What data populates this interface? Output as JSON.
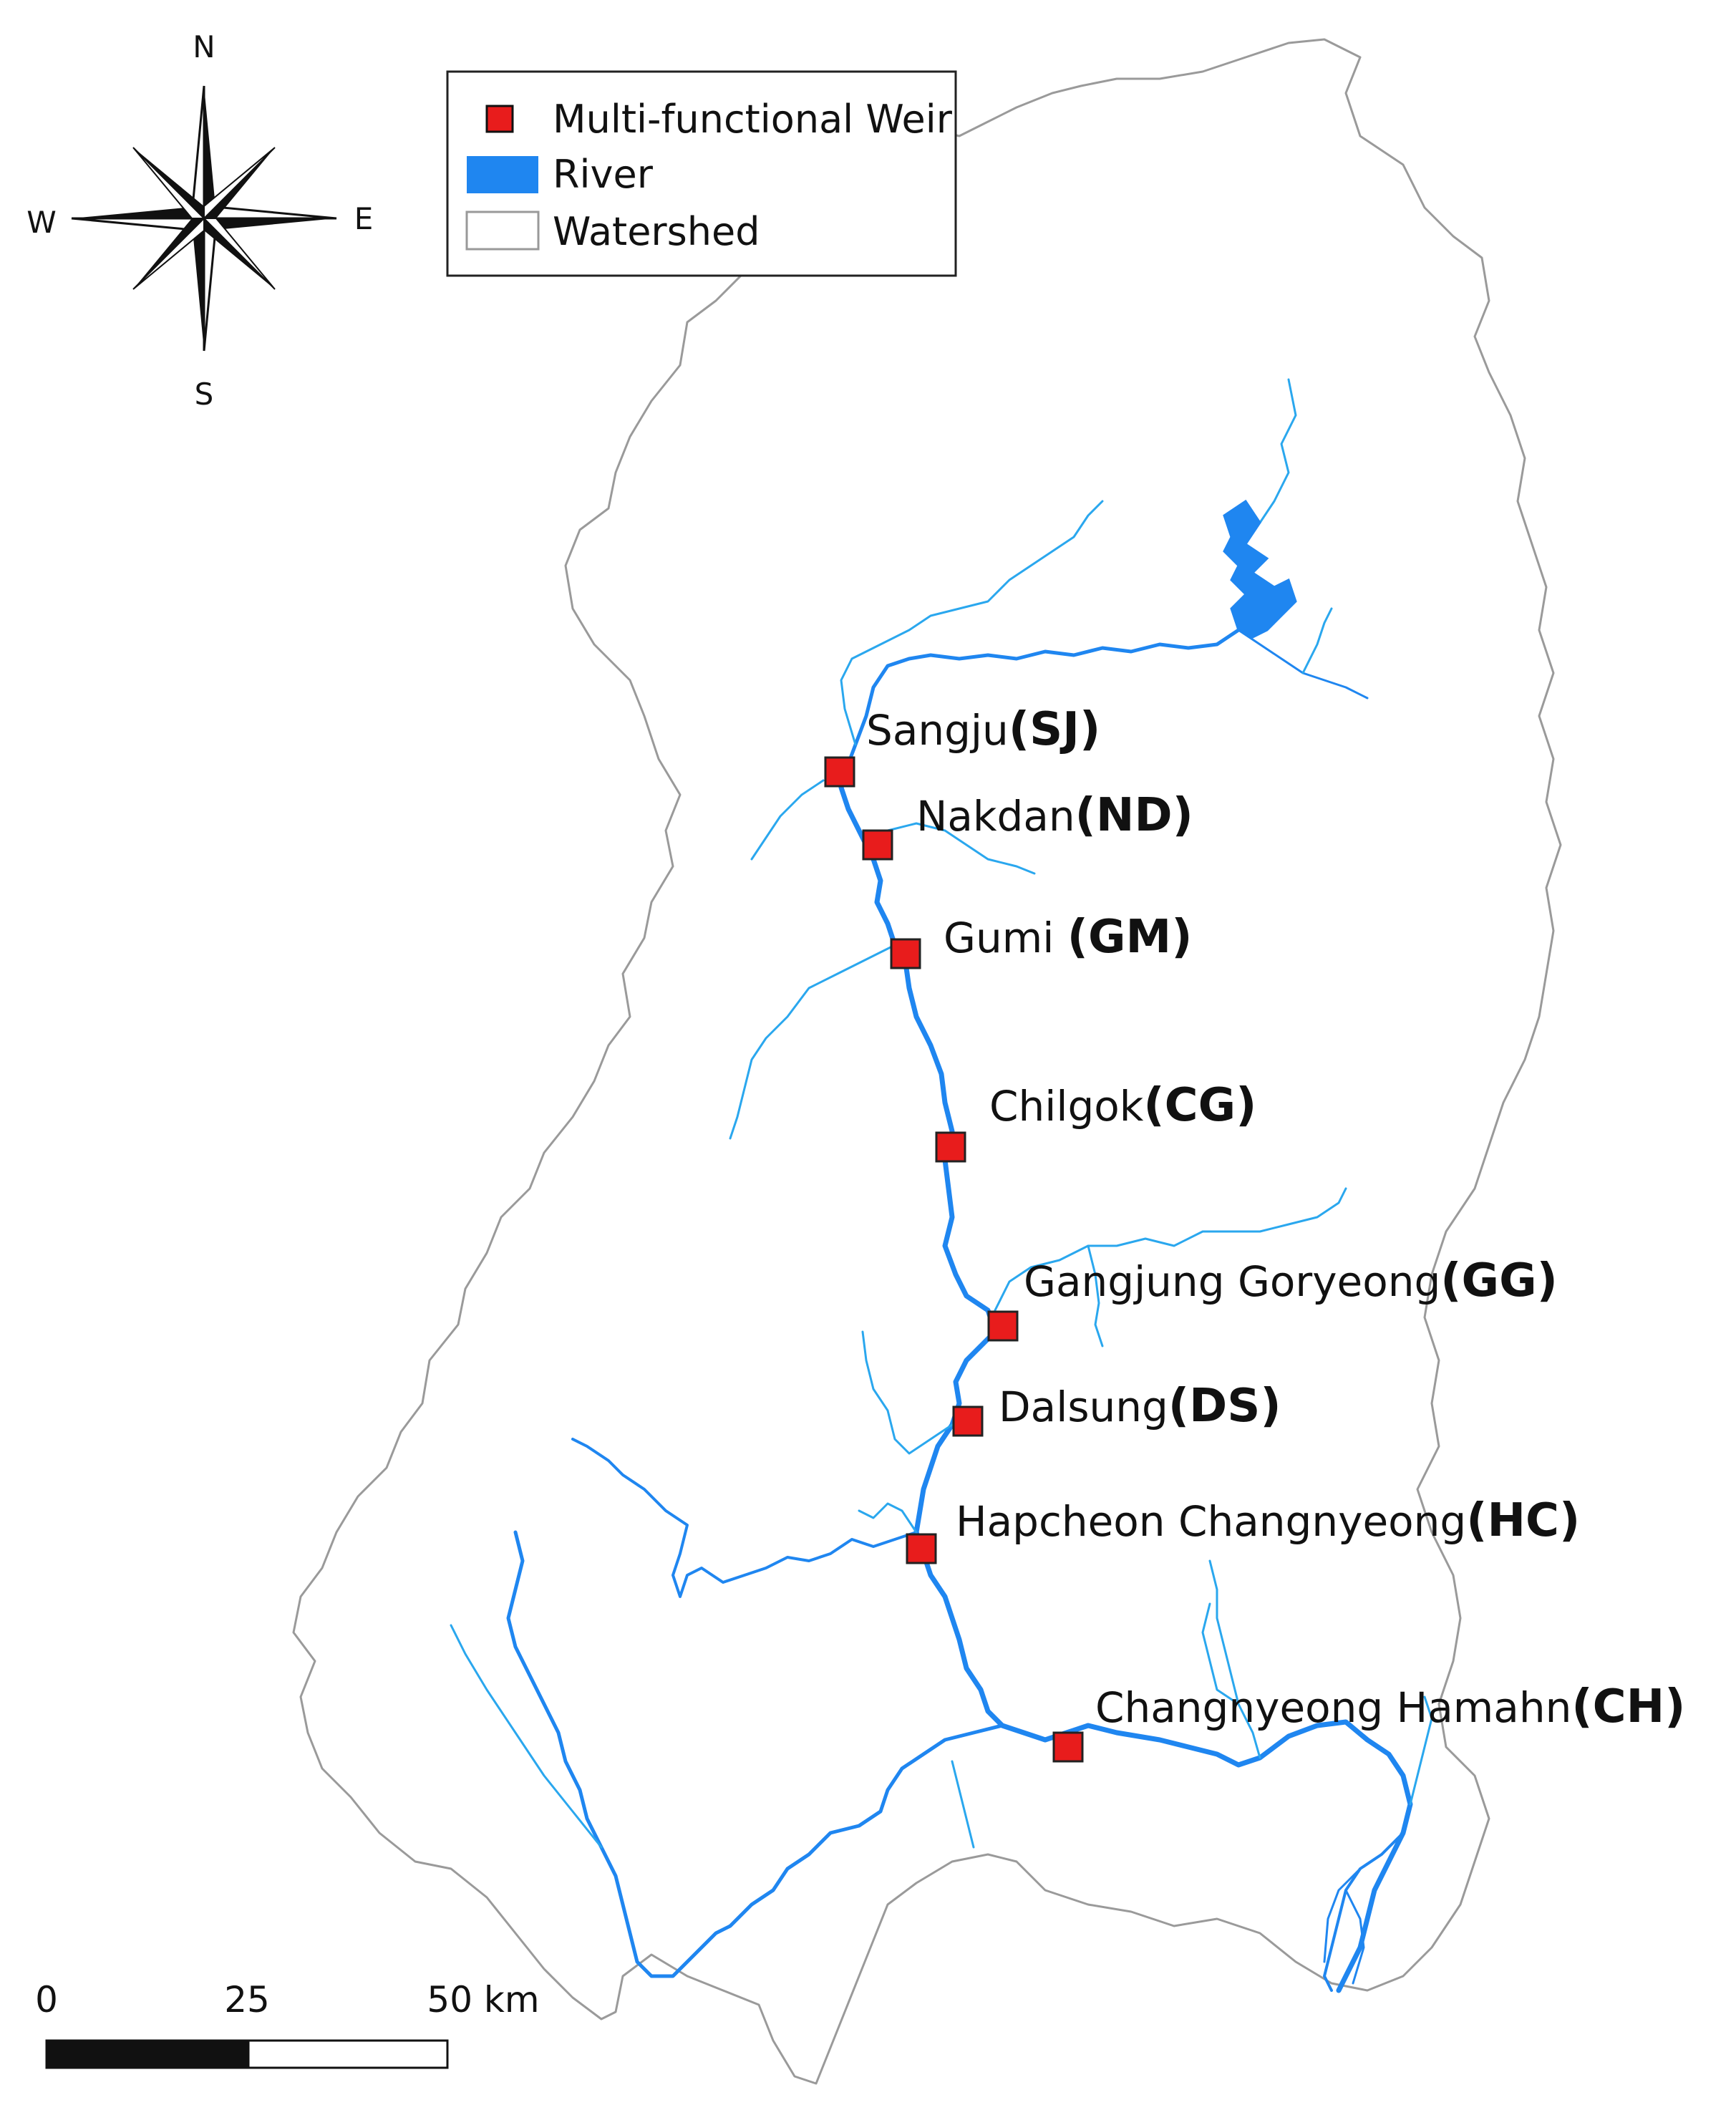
{
  "compass": {
    "north": "N",
    "south": "S",
    "east": "E",
    "west": "W"
  },
  "legend": {
    "weir": "Multi-functional Weir",
    "river": "River",
    "watershed": "Watershed"
  },
  "colors": {
    "river": "#1f86f0",
    "river_light": "#2aa7ee",
    "weir_fill": "#e81c1c",
    "watershed_outline": "#999999"
  },
  "weirs": [
    {
      "name": "Sangju",
      "code": "(SJ)"
    },
    {
      "name": "Nakdan",
      "code": "(ND)"
    },
    {
      "name": "Gumi ",
      "code": "(GM)"
    },
    {
      "name": "Chilgok",
      "code": "(CG)"
    },
    {
      "name": "Gangjung Goryeong",
      "code": "(GG)"
    },
    {
      "name": "Dalsung",
      "code": "(DS)"
    },
    {
      "name": "Hapcheon Changnyeong",
      "code": "(HC)"
    },
    {
      "name": "Changnyeong Hamahn",
      "code": "(CH)"
    }
  ],
  "scale": {
    "tick0": "0",
    "tick1": "25",
    "tick2": "50 km"
  }
}
